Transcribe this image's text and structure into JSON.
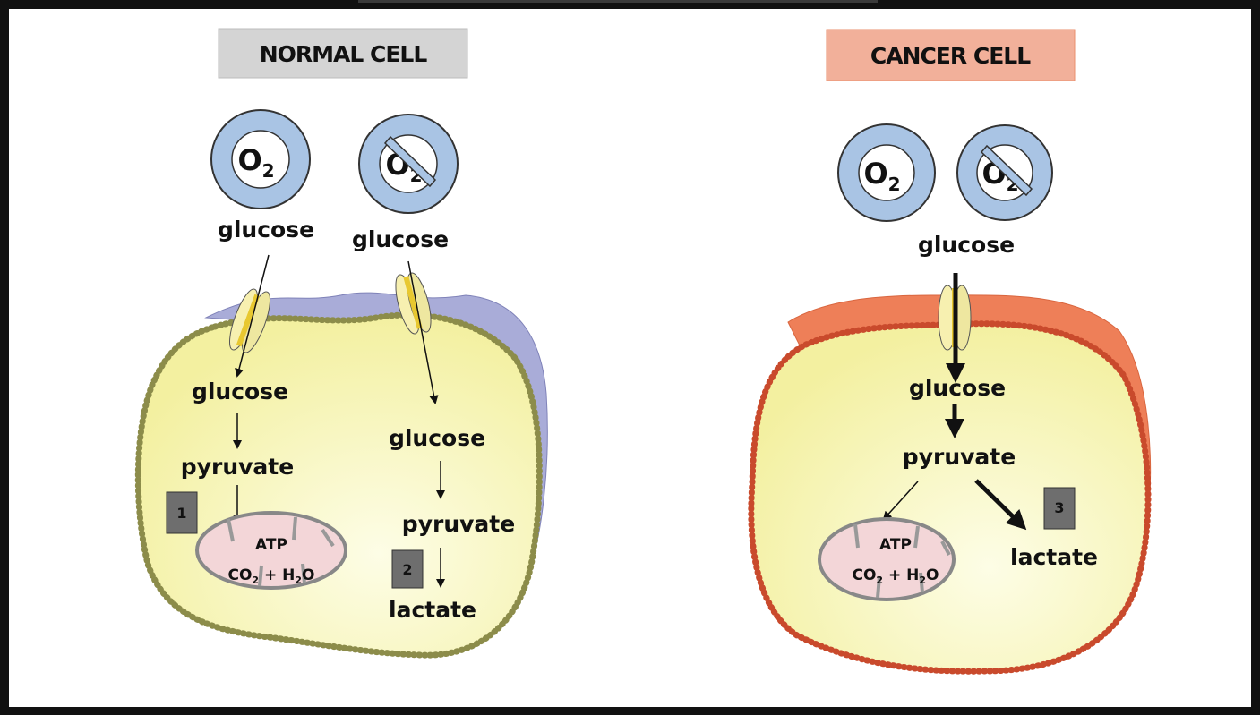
{
  "normal_cell": {
    "title": "NORMAL CELL",
    "title_color": "#d4d4d4",
    "backing_color": "#a9acd8",
    "oxygen": {
      "label": "O",
      "sub": "2"
    },
    "no_oxygen": {
      "label": "O",
      "sub": "2"
    },
    "aerobic": {
      "outside": "glucose",
      "inside": "glucose",
      "product": "pyruvate",
      "step": "1",
      "mito_line1": "ATP",
      "mito_co": "CO",
      "mito_co_sub": "2",
      "mito_plus": " + H",
      "mito_h_sub": "2",
      "mito_o": "O"
    },
    "anaerobic": {
      "outside": "glucose",
      "inside": "glucose",
      "product": "pyruvate",
      "step": "2",
      "end": "lactate"
    }
  },
  "cancer_cell": {
    "title": "CANCER CELL",
    "title_color": "#f2b09a",
    "backing_color": "#ee7f58",
    "oxygen": {
      "label": "O",
      "sub": "2"
    },
    "no_oxygen": {
      "label": "O",
      "sub": "2"
    },
    "outside": "glucose",
    "inside": "glucose",
    "product": "pyruvate",
    "step": "3",
    "end": "lactate",
    "mito_line1": "ATP",
    "mito_co": "CO",
    "mito_co_sub": "2",
    "mito_plus": " + H",
    "mito_h_sub": "2",
    "mito_o": "O"
  },
  "colors": {
    "cytoplasm": "#f6f3a6",
    "oxygen_ring": "#a9c4e4",
    "mitochondrion": "#f3d6d8",
    "step_box": "#6e6e6e"
  }
}
